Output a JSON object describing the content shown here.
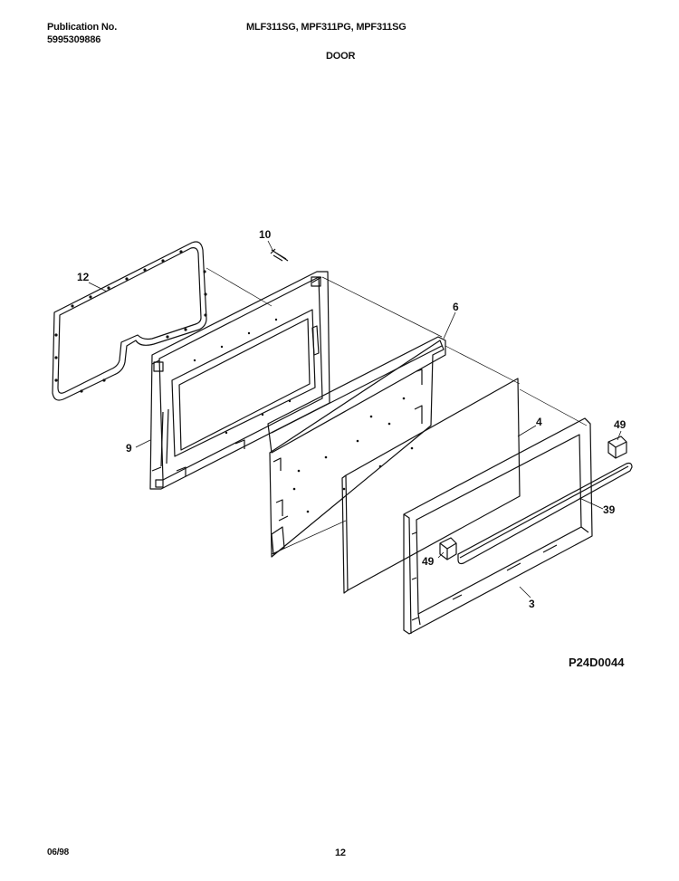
{
  "header": {
    "publication_label": "Publication No.",
    "publication_number": "5995309886",
    "models": "MLF311SG, MPF311PG, MPF311SG",
    "section_title": "DOOR"
  },
  "diagram": {
    "drawing_code": "P24D0044",
    "callouts": {
      "c12": "12",
      "c10": "10",
      "c6": "6",
      "c9": "9",
      "c4": "4",
      "c49a": "49",
      "c39": "39",
      "c49b": "49",
      "c3": "3"
    }
  },
  "footer": {
    "date": "06/98",
    "page_number": "12"
  }
}
